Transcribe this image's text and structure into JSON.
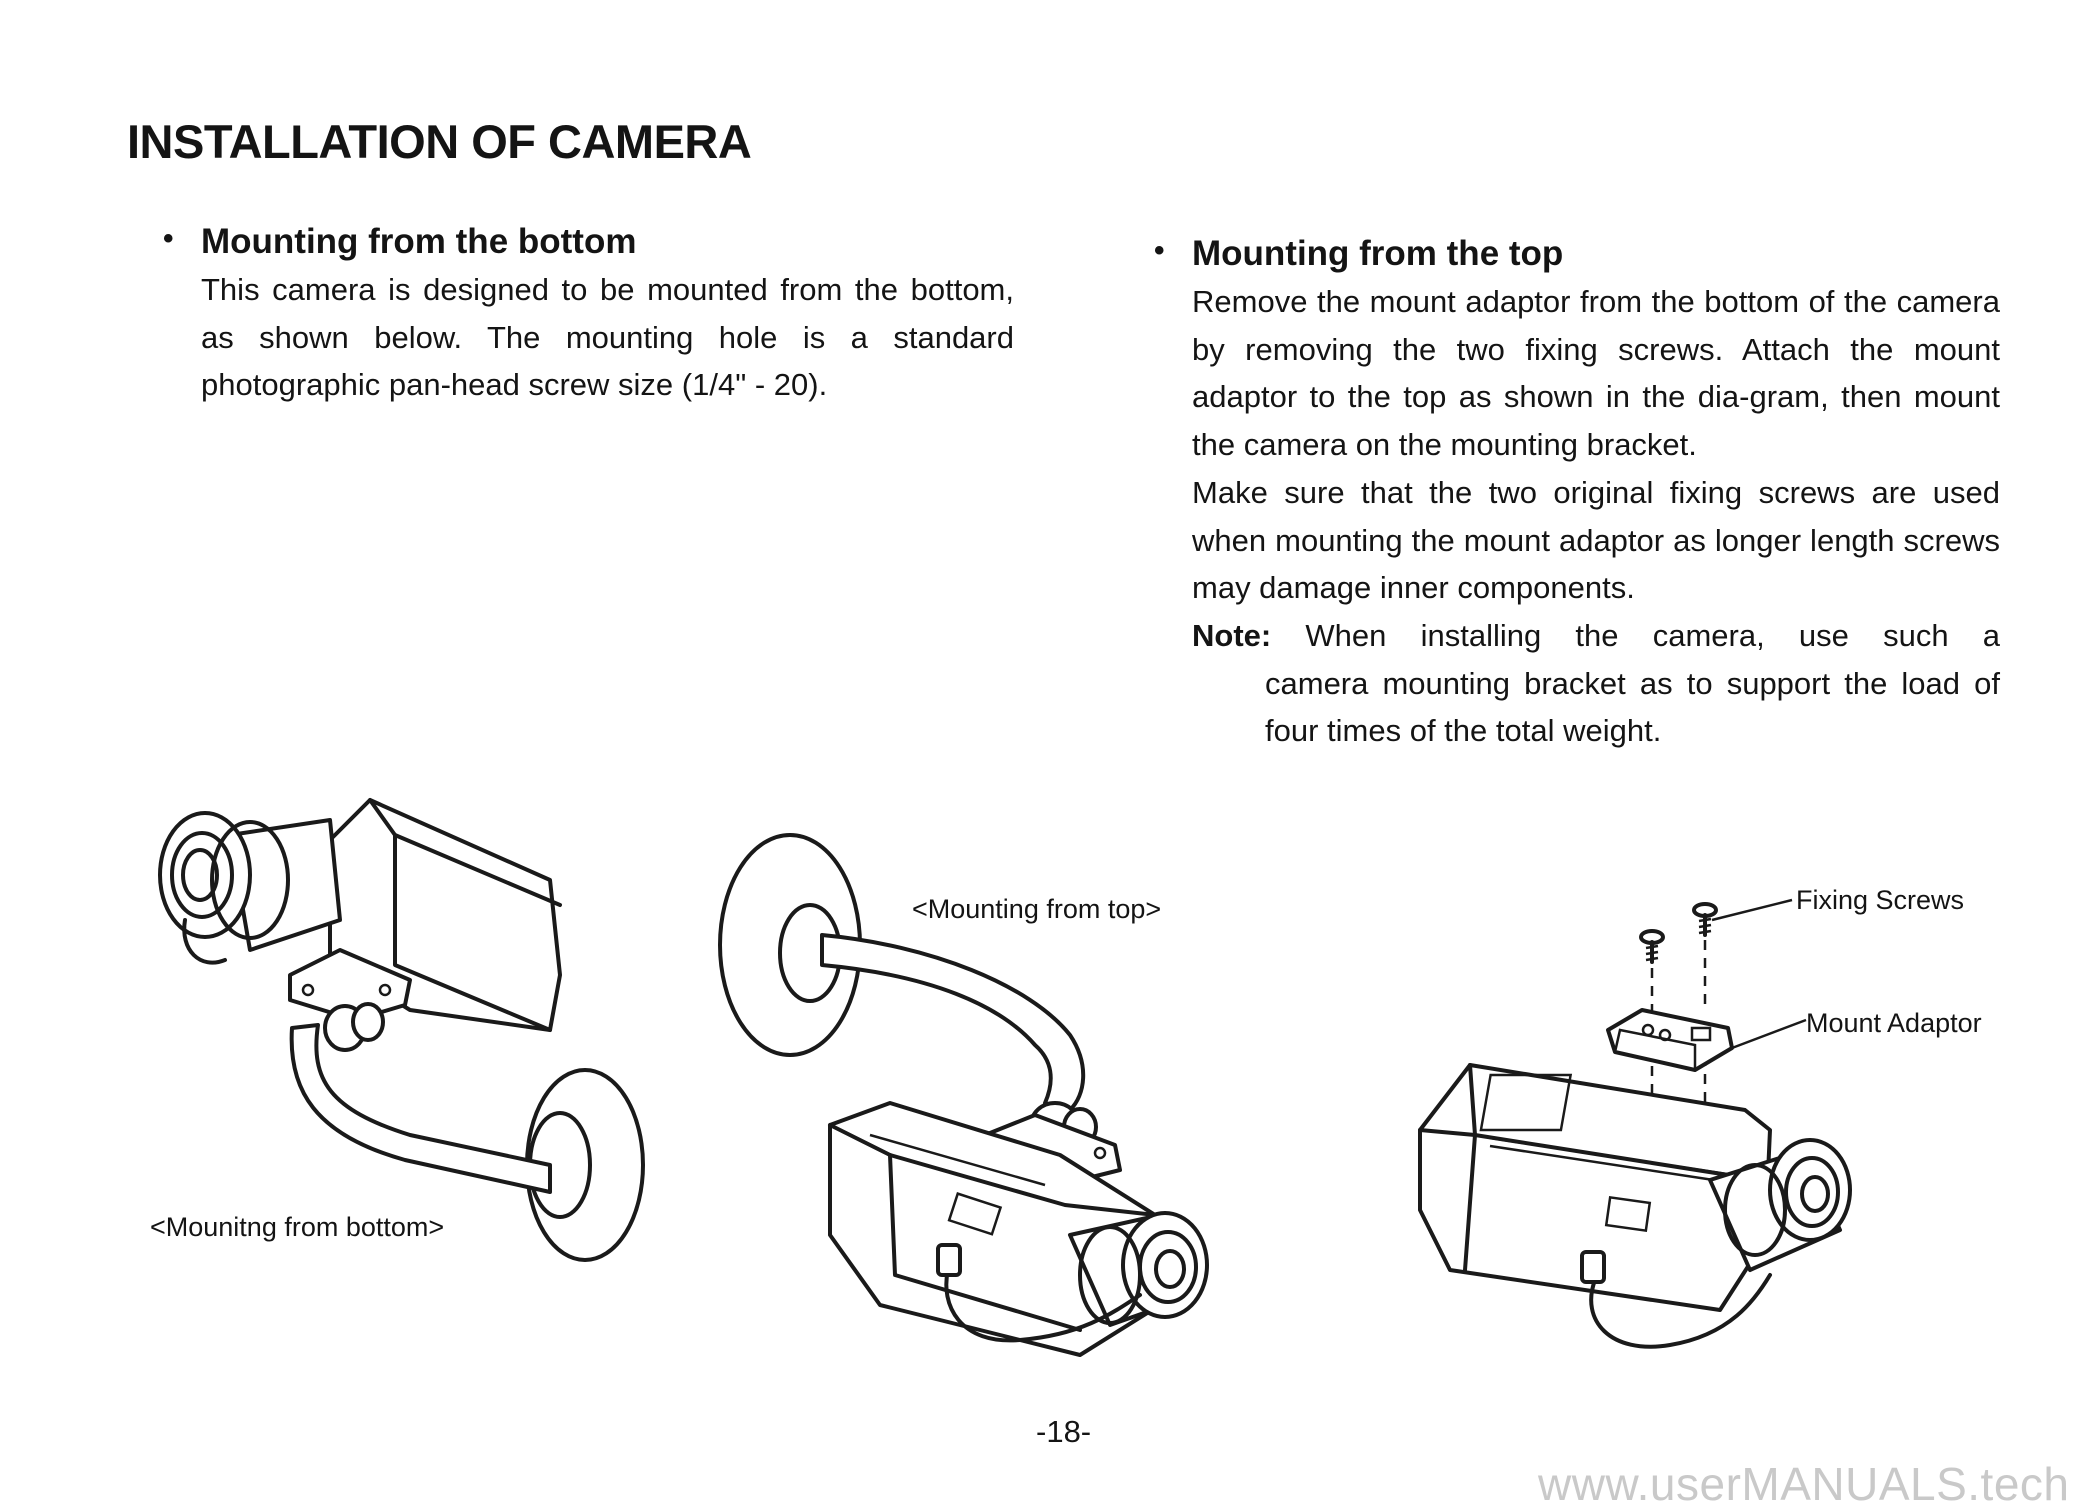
{
  "page": {
    "title": "INSTALLATION OF CAMERA",
    "number": "-18-"
  },
  "sections": {
    "bottom": {
      "heading": "Mounting from the bottom",
      "body": "This camera is designed to be mounted from the bottom, as shown below. The mounting hole is a standard photographic pan-head screw size (1/4\" - 20)."
    },
    "top": {
      "heading": "Mounting from the top",
      "body": "Remove the mount adaptor from the bottom of the camera by removing the two fixing screws.  Attach the mount adaptor to the top as shown in the dia-gram, then mount the camera on the mounting bracket.",
      "body2": "Make sure that the two original fixing screws are used when mounting the mount adaptor as longer length screws may damage inner components.",
      "note_label": "Note:",
      "note_line1": "When installing the camera, use such a",
      "note_rest": "camera mounting bracket as to support the load of four times of the total weight."
    }
  },
  "figures": {
    "bottom_caption": "<Mounitng from bottom>",
    "top_caption": "<Mounting from top>",
    "label_fixing_screws": "Fixing Screws",
    "label_mount_adaptor": "Mount Adaptor"
  },
  "watermark": "www.userMANUALS.tech"
}
